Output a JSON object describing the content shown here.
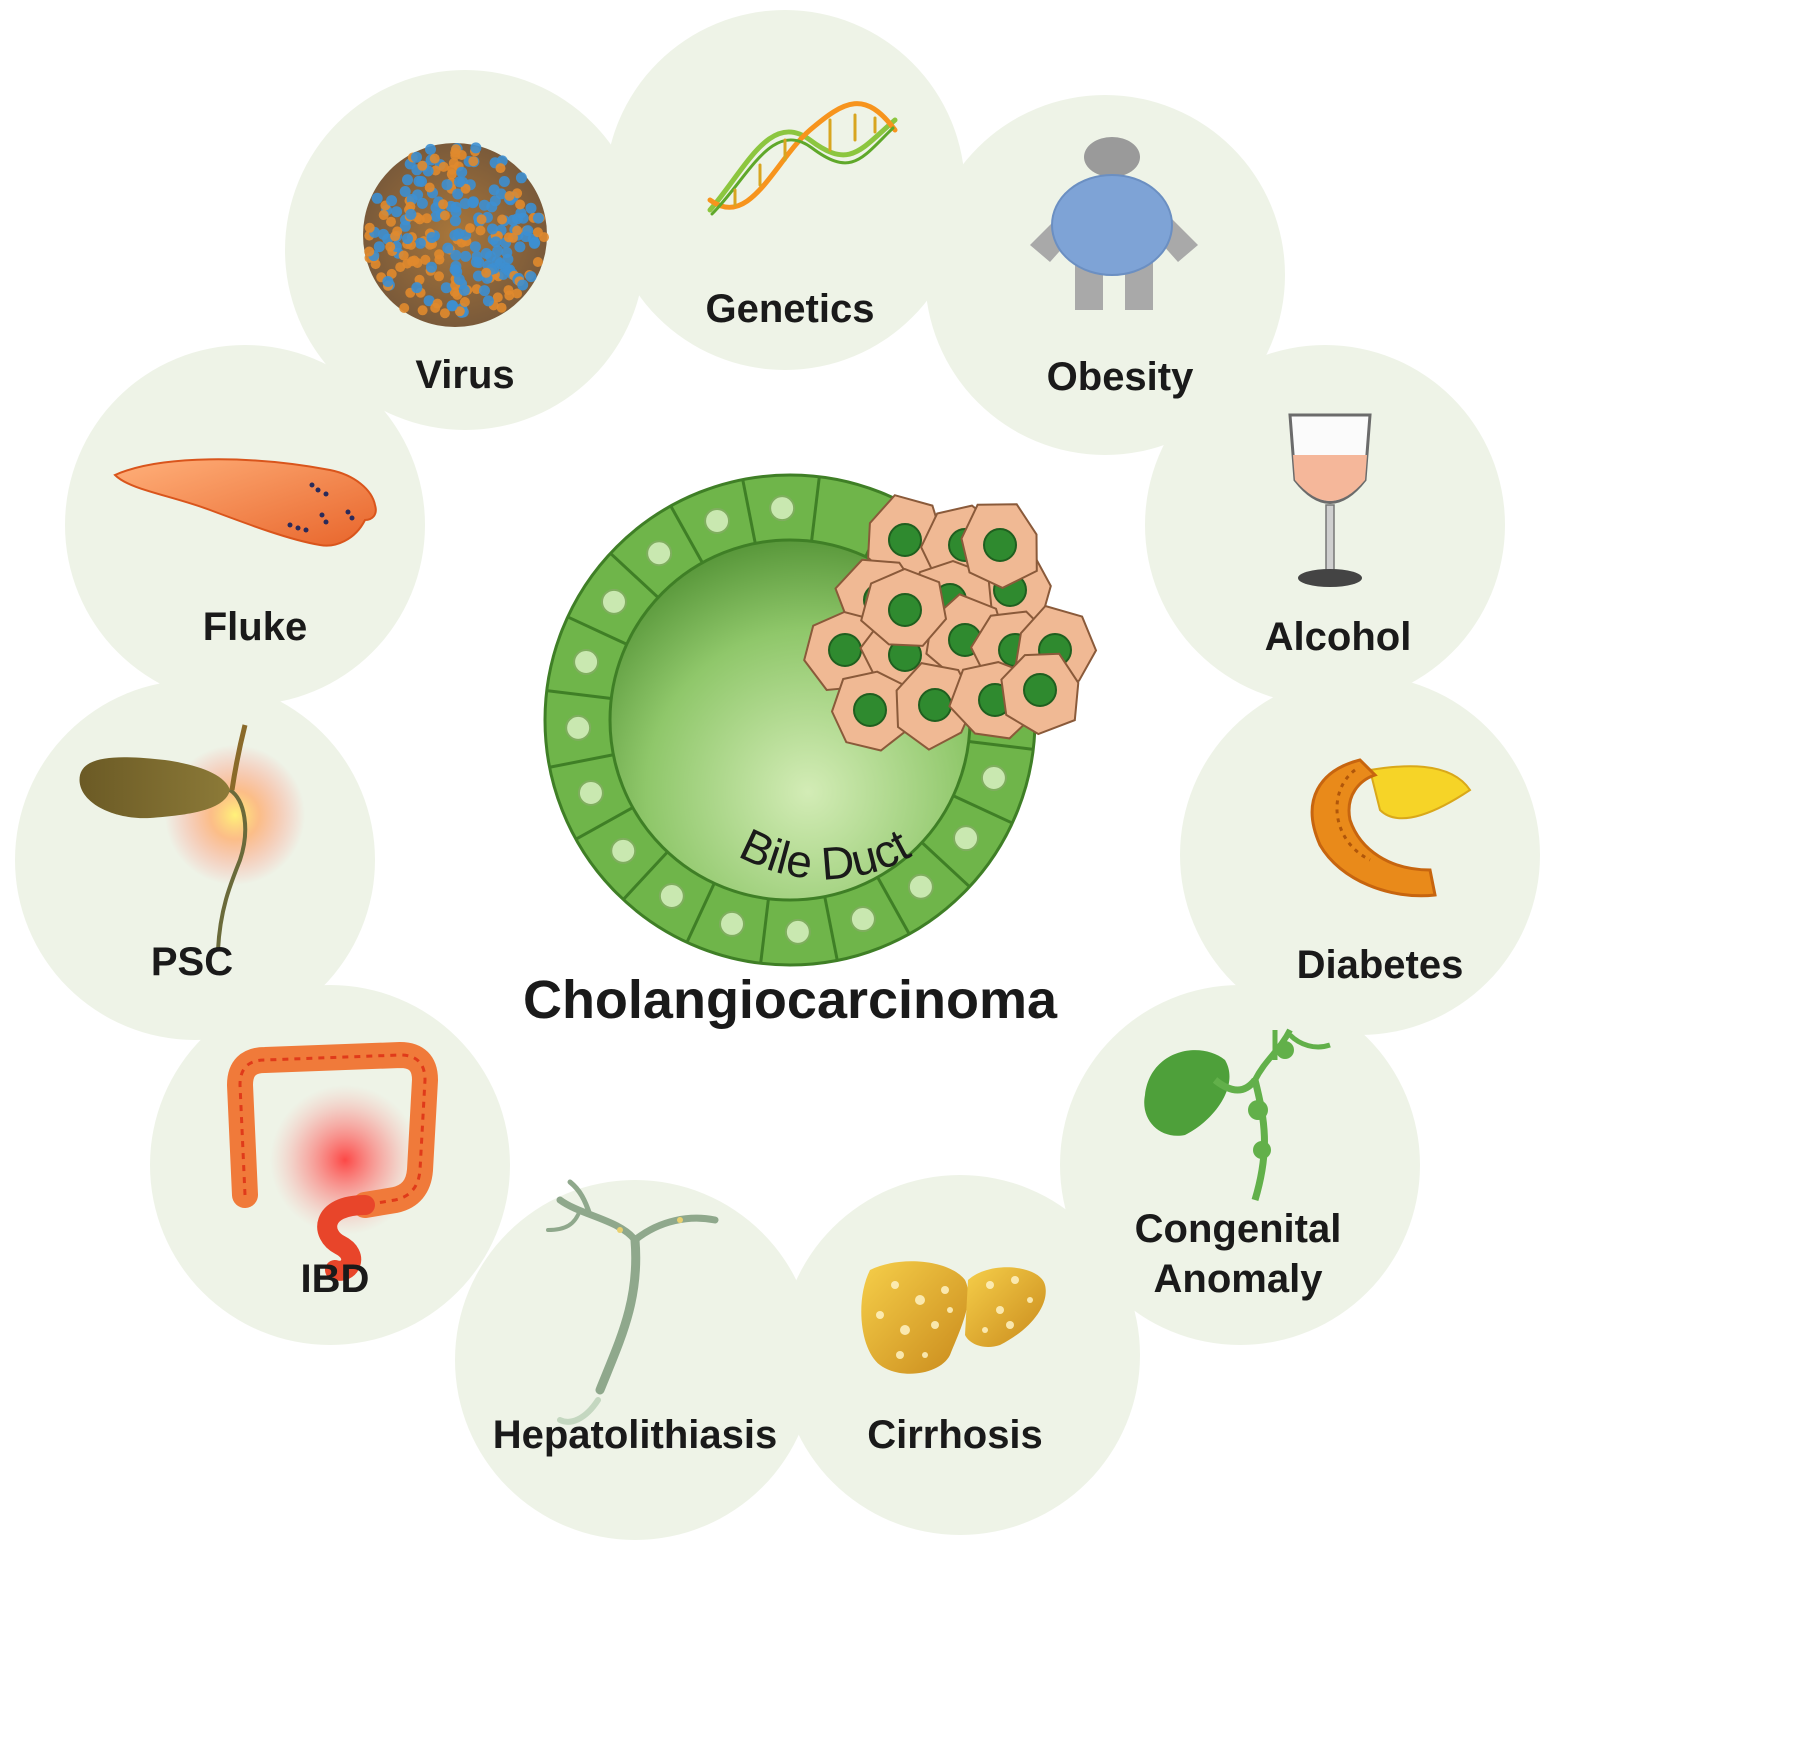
{
  "title": "Cholangiocarcinoma",
  "center_label": "Bile Duct",
  "risk_factors": [
    {
      "id": "genetics",
      "label": "Genetics",
      "icon": "dna-helix-icon"
    },
    {
      "id": "obesity",
      "label": "Obesity",
      "icon": "obese-person-icon"
    },
    {
      "id": "alcohol",
      "label": "Alcohol",
      "icon": "wine-glass-icon"
    },
    {
      "id": "diabetes",
      "label": "Diabetes",
      "icon": "pancreas-icon"
    },
    {
      "id": "congenital-anomaly",
      "label_lines": [
        "Congenital",
        "Anomaly"
      ],
      "icon": "bile-duct-cyst-icon"
    },
    {
      "id": "cirrhosis",
      "label": "Cirrhosis",
      "icon": "cirrhotic-liver-icon"
    },
    {
      "id": "hepatolithiasis",
      "label": "Hepatolithiasis",
      "icon": "bile-duct-stones-icon"
    },
    {
      "id": "ibd",
      "label": "IBD",
      "icon": "inflamed-colon-icon"
    },
    {
      "id": "psc",
      "label": "PSC",
      "icon": "inflamed-gallbladder-icon"
    },
    {
      "id": "fluke",
      "label": "Fluke",
      "icon": "liver-fluke-icon"
    },
    {
      "id": "virus",
      "label": "Virus",
      "icon": "virus-particle-icon"
    }
  ],
  "colors": {
    "bubble": "#eef3e7",
    "epithelium": "#6fb54a",
    "epithelium_dark": "#3f7f26",
    "nucleus": "#c9e8b0",
    "tumor_cell": "#f0b994",
    "tumor_nucleus": "#2f8a2f",
    "text": "#1a1a1a"
  }
}
